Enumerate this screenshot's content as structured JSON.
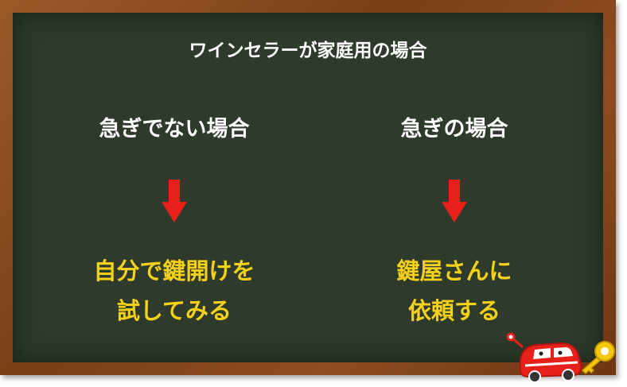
{
  "title": "ワインセラーが家庭用の場合",
  "left": {
    "heading": "急ぎでない場合",
    "result_lines": [
      "自分で鍵開けを",
      "試してみる"
    ]
  },
  "right": {
    "heading": "急ぎの場合",
    "result_lines": [
      "鍵屋さんに",
      "依頼する"
    ]
  },
  "colors": {
    "board": "#2e3a2b",
    "frame": "#8e4d21",
    "arrow": "#e8201b",
    "result_text": "#f5d11c"
  },
  "icons": [
    "down-arrow-icon",
    "locksmith-van-logo",
    "key-icon"
  ]
}
